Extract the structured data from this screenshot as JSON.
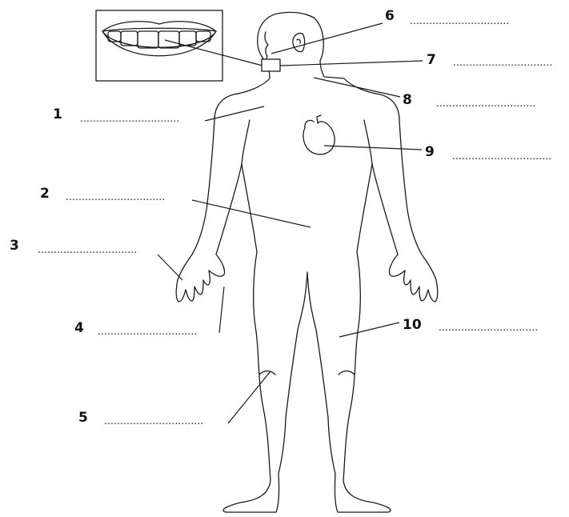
{
  "labels": [
    {
      "number": "1",
      "blank": "..............................."
    },
    {
      "number": "2",
      "blank": "..............................."
    },
    {
      "number": "3",
      "blank": "..............................."
    },
    {
      "number": "4",
      "blank": "..............................."
    },
    {
      "number": "5",
      "blank": "..............................."
    },
    {
      "number": "6",
      "blank": "..............................."
    },
    {
      "number": "7",
      "blank": "..............................."
    },
    {
      "number": "8",
      "blank": "..............................."
    },
    {
      "number": "9",
      "blank": "..............................."
    },
    {
      "number": "10",
      "blank": "..............................."
    }
  ]
}
